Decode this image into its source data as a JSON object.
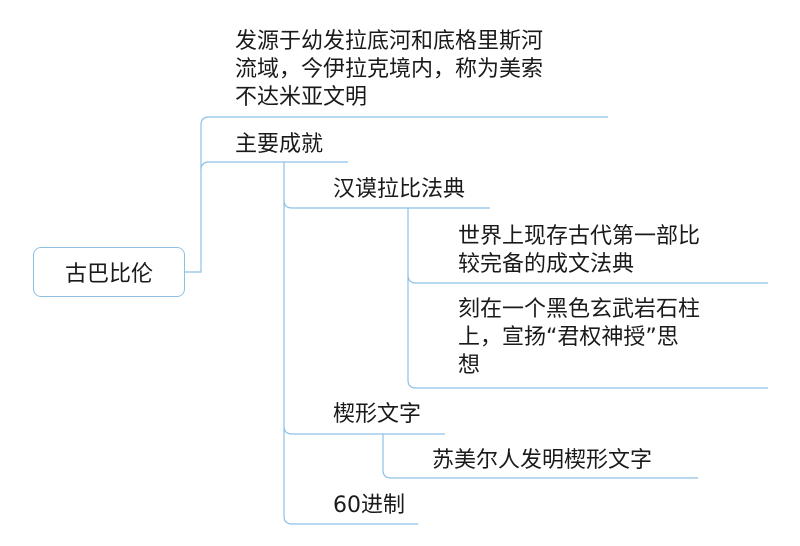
{
  "mindmap": {
    "root": "古巴比伦",
    "origin": {
      "lines": [
        "发源于幼发拉底河和底格里斯河",
        "流域，今伊拉克境内，称为美索",
        "不达米亚文明"
      ]
    },
    "achievements": {
      "label": "主要成就",
      "hammurabi": {
        "label": "汉谟拉比法典",
        "detail1": [
          "世界上现存古代第一部比",
          "较完备的成文法典"
        ],
        "detail2": [
          "刻在一个黑色玄武岩石柱",
          "上，宣扬“君权神授”思",
          "想"
        ]
      },
      "cuneiform": {
        "label": "楔形文字",
        "detail": "苏美尔人发明楔形文字"
      },
      "sexagesimal": {
        "label": "60进制"
      }
    }
  },
  "colors": {
    "line": "#8ec1e6",
    "text": "#1a1a1a",
    "background": "#ffffff"
  }
}
